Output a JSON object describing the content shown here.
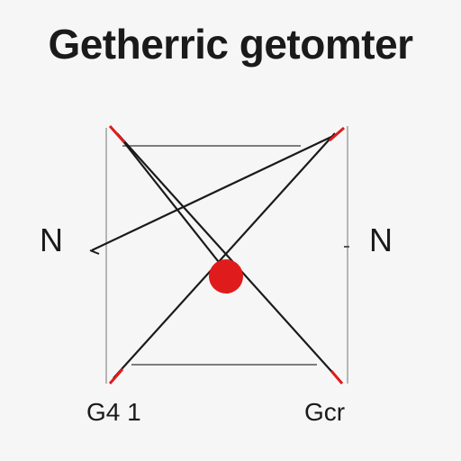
{
  "diagram": {
    "title": "Getherric getomter",
    "labels": {
      "left": "N",
      "right": "N",
      "bottom_left": "G4 1",
      "bottom_right": "Gcr"
    },
    "colors": {
      "line": "#1a1a1a",
      "frame": "#9a9a9a",
      "accent": "#e01b1b",
      "background": "#f6f6f6"
    }
  }
}
